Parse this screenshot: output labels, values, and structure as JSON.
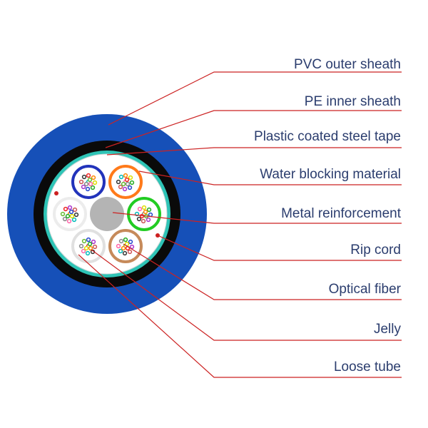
{
  "labels": [
    "PVC outer sheath",
    "PE inner sheath",
    "Plastic coated steel tape",
    "Water blocking material",
    "Metal reinforcement",
    "Rip cord",
    "Optical fiber",
    "Jelly",
    "Loose tube"
  ],
  "colors": {
    "leader_line": "#cc2222",
    "label_text": "#2b3d6e",
    "outer_sheath": "#1650b8",
    "inner_sheath": "#0a0a0a",
    "steel_tape": "#2ec4b6",
    "water_blocking": "#ffffff",
    "reinforcement": "#b4b4b4",
    "rip_cord": "#cc2020"
  },
  "tubes": [
    {
      "name": "blue",
      "ring": "#2233bb",
      "fill": "#ffffff"
    },
    {
      "name": "orange",
      "ring": "#ff7a1a",
      "fill": "#ffffff"
    },
    {
      "name": "green",
      "ring": "#22cc22",
      "fill": "#ffffff"
    },
    {
      "name": "brown",
      "ring": "#c68a5a",
      "fill": "#ffffff"
    },
    {
      "name": "gray",
      "ring": "#e0e0e0",
      "fill": "#ffffff"
    },
    {
      "name": "white",
      "ring": "#ececec",
      "fill": "#ffffff"
    }
  ],
  "fiber_colors": [
    "#e22",
    "#f80",
    "#dd0",
    "#2a2",
    "#24c",
    "#a3c",
    "#c55",
    "#333",
    "#0bb",
    "#f6a",
    "#888",
    "#6b3"
  ]
}
